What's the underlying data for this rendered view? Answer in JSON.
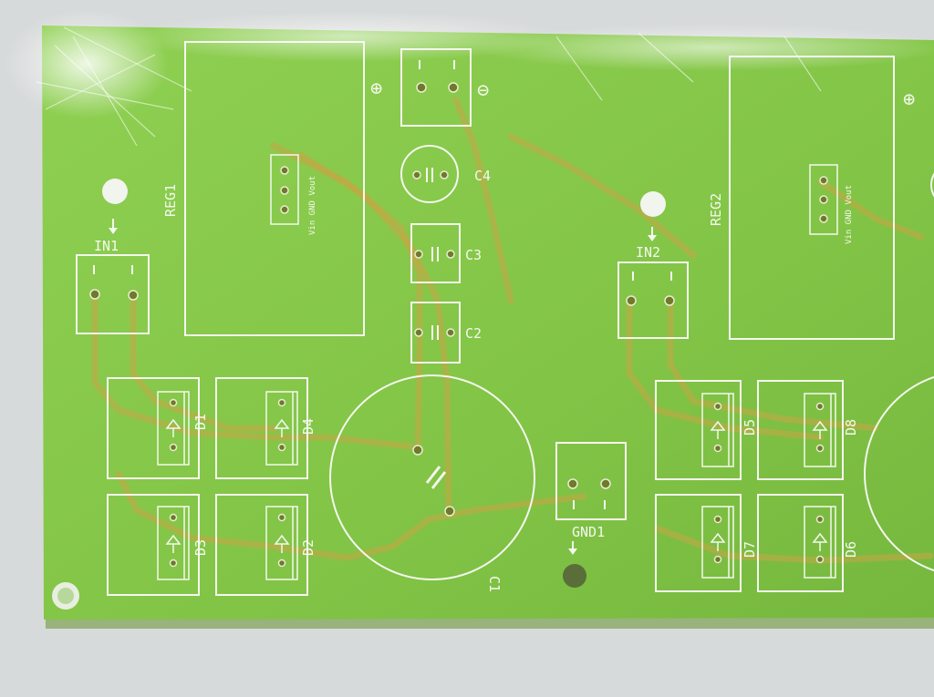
{
  "colors": {
    "board": "#86c94b",
    "silkscreen": "#f4f8ee",
    "trace": "#c7a646",
    "background": "#d9dcdc"
  },
  "labels": {
    "reg1": "REG1",
    "reg2": "REG2",
    "in1": "IN1",
    "in2": "IN2",
    "gnd1": "GND1",
    "c1": "C1",
    "c2": "C2",
    "c3": "C3",
    "c4": "C4",
    "d1": "D1",
    "d2": "D2",
    "d3": "D3",
    "d4": "D4",
    "d5": "D5",
    "d6": "D6",
    "d7": "D7",
    "d8": "D8",
    "reg_pins": "Vin GND Vout",
    "plus": "⊕",
    "minus": "⊖"
  }
}
